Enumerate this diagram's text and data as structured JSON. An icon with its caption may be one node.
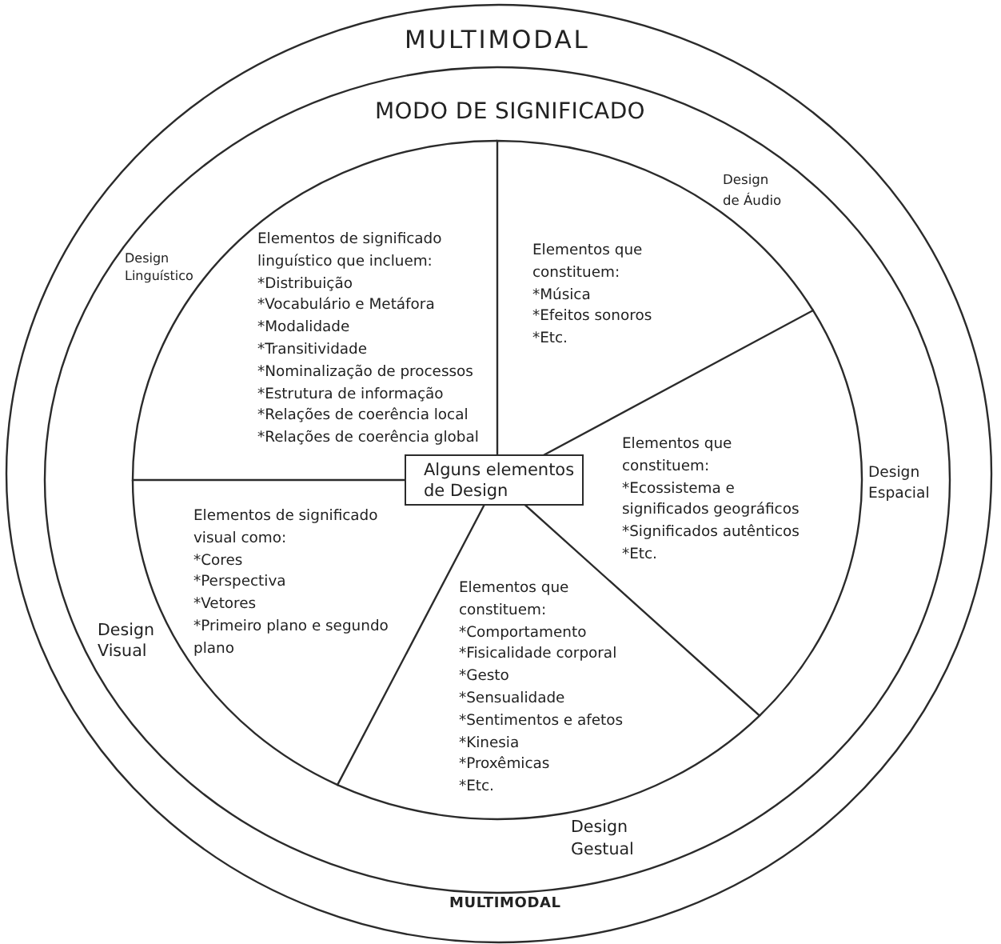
{
  "diagram": {
    "nodes": [
      {
        "text": [
          "MULTIMODAL",
          "MULTIMODAL"
        ]
      },
      {
        "text": [
          "MODO DE SIGNIFICADO"
        ],
        "in": 0
      },
      {
        "text": [
          "Elementos de significado linguístico que incluem:",
          "*Distribuição",
          "*Vocabulário e Metáfora",
          "*Modalidade",
          "*Transitividade",
          "*Nominalização de processos",
          "*Estrutura de informação",
          "*Relações de coerência local",
          "*Relações de coerência global"
        ],
        "in": 1
      },
      {
        "text": [
          "Elementos que constituem:",
          "*Música",
          "*Efeitos sonoros",
          "*Etc."
        ],
        "in": 1
      },
      {
        "text": [
          "Alguns elementos de Design"
        ],
        "in": 1
      },
      {
        "text": [
          "Elementos que constituem:",
          "*Ecossistema e significados geográficos",
          "*Significados autênticos",
          "*Etc."
        ],
        "in": 1
      },
      {
        "text": [
          "Elementos de significado visual como:",
          "*Cores",
          "*Perspectiva",
          "*Vetores",
          "*Primeiro plano e segundo plano"
        ],
        "in": 1
      },
      {
        "text": [
          "Elementos que constituem:",
          "*Comportamento",
          "*Fisicalidade corporal",
          "*Gesto",
          "*Sensualidade",
          "*Sentimentos e afetos",
          "*Kinesia",
          "*Proxêmicas",
          "*Etc."
        ],
        "in": 1
      }
    ],
    "labels": [
      "Design de Áudio",
      "Design Linguístico",
      "Design Espacial",
      "Design Visual",
      "Design Gestual"
    ]
  }
}
